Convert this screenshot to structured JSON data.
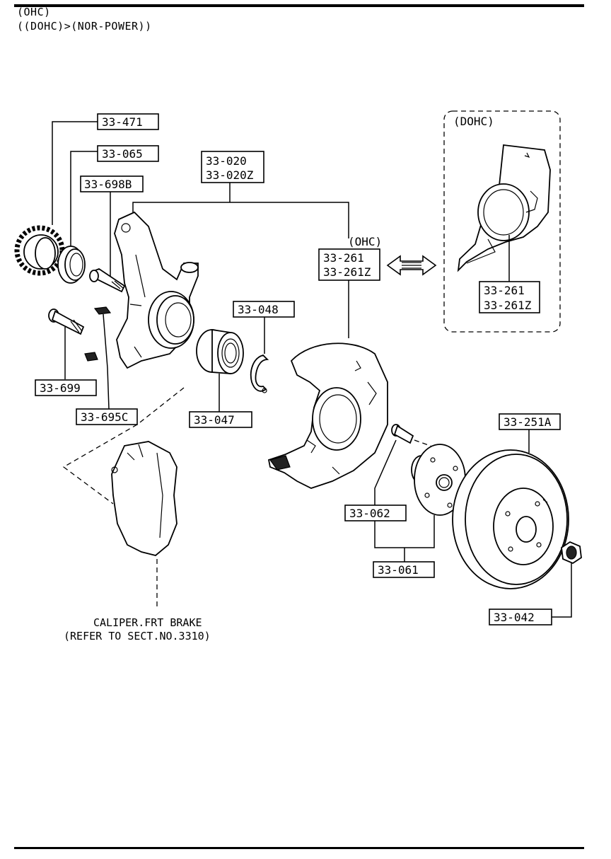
{
  "header": {
    "line1": "(OHC)",
    "line2": "((DOHC)>(NOR-POWER))"
  },
  "variants": {
    "ohc": "(OHC)",
    "dohc": "(DOHC)"
  },
  "callouts": {
    "p33_471": "33-471",
    "p33_065": "33-065",
    "p33_698B": "33-698B",
    "p33_020": "33-020",
    "p33_020Z": "33-020Z",
    "p33_261": "33-261",
    "p33_261Z": "33-261Z",
    "p33_261_dohc": "33-261",
    "p33_261Z_dohc": "33-261Z",
    "p33_048": "33-048",
    "p33_699": "33-699",
    "p33_695C": "33-695C",
    "p33_047": "33-047",
    "p33_251A": "33-251A",
    "p33_062": "33-062",
    "p33_061": "33-061",
    "p33_042": "33-042"
  },
  "caliper_note": {
    "line1": "CALIPER.FRT BRAKE",
    "line2": "(REFER TO SECT.NO.3310)"
  },
  "icons": {
    "double_arrow": "double-arrow-icon"
  }
}
